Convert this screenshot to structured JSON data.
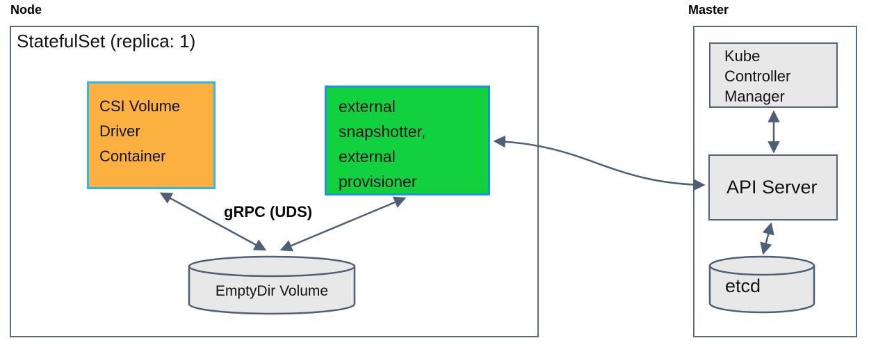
{
  "node": {
    "label": "Node",
    "statefulset_title": "StatefulSet (replica: 1)",
    "csi_driver_label": "CSI Volume Driver Container",
    "sidecar_label": "external snapshotter, external provisioner",
    "grpc_label": "gRPC (UDS)",
    "emptydir_label": "EmptyDir Volume"
  },
  "master": {
    "label": "Master",
    "kube_controller_manager_label": "Kube Controller Manager",
    "api_server_label": "API Server",
    "etcd_label": "etcd"
  },
  "connections": [
    {
      "from": "csi-volume-driver-container",
      "to": "emptydir-volume",
      "bidirectional": true,
      "protocol": "gRPC (UDS)"
    },
    {
      "from": "external-sidecars",
      "to": "emptydir-volume",
      "bidirectional": true,
      "protocol": "gRPC (UDS)"
    },
    {
      "from": "external-sidecars",
      "to": "api-server",
      "bidirectional": true
    },
    {
      "from": "kube-controller-manager",
      "to": "api-server",
      "bidirectional": true
    },
    {
      "from": "api-server",
      "to": "etcd",
      "bidirectional": true
    }
  ],
  "colors": {
    "csi_box_fill": "#fbb040",
    "csi_box_border": "#35b6e8",
    "sidecar_box_fill": "#12d13e",
    "sidecar_box_border": "#1e90e8",
    "gray_box_fill": "#e8e8e8",
    "outer_box_border": "#5a6b7d",
    "connector": "#4e6075",
    "text": "#111111"
  }
}
